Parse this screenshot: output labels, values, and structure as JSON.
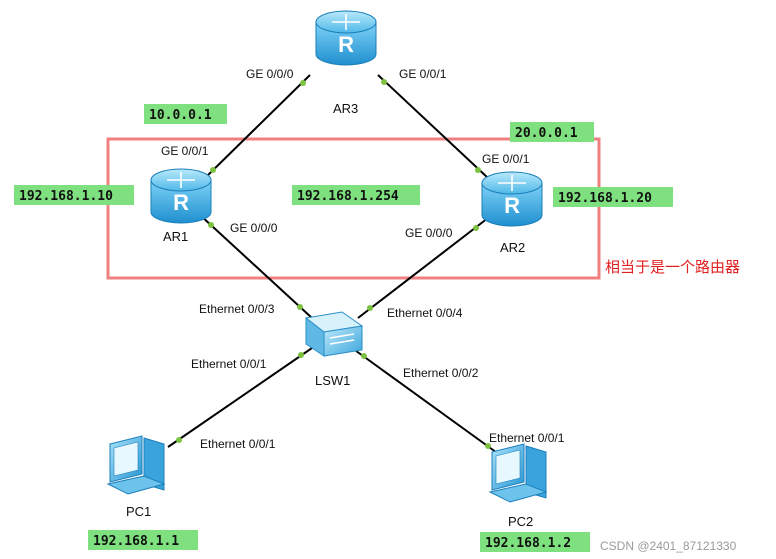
{
  "devices": {
    "ar3": "AR3",
    "ar1": "AR1",
    "ar2": "AR2",
    "lsw1": "LSW1",
    "pc1": "PC1",
    "pc2": "PC2"
  },
  "router_glyph": "R",
  "interfaces": {
    "ar3_ge000": "GE 0/0/0",
    "ar3_ge001": "GE 0/0/1",
    "ar1_ge001": "GE 0/0/1",
    "ar1_ge000": "GE 0/0/0",
    "ar2_ge001": "GE 0/0/1",
    "ar2_ge000": "GE 0/0/0",
    "lsw1_eth003": "Ethernet 0/0/3",
    "lsw1_eth004": "Ethernet 0/0/4",
    "lsw1_eth001": "Ethernet 0/0/1",
    "lsw1_eth002": "Ethernet 0/0/2",
    "pc1_eth001": "Ethernet 0/0/1",
    "pc2_eth001": "Ethernet 0/0/1"
  },
  "ip_labels": {
    "ar1_wan": "10.0.0.1",
    "ar2_wan": "20.0.0.1",
    "ar1_lan": "192.168.1.10",
    "virtual": "192.168.1.254",
    "ar2_lan": "192.168.1.20",
    "pc1": "192.168.1.1",
    "pc2": "192.168.1.2"
  },
  "group_note": "相当于是一个路由器",
  "watermark": "CSDN @2401_87121330",
  "colors": {
    "router_body": "#2aa6e0",
    "link": "#000000",
    "port_dot": "#7cc242",
    "ip_bg": "#7ee07e",
    "group_border": "#f08080",
    "note": "#e02020"
  }
}
